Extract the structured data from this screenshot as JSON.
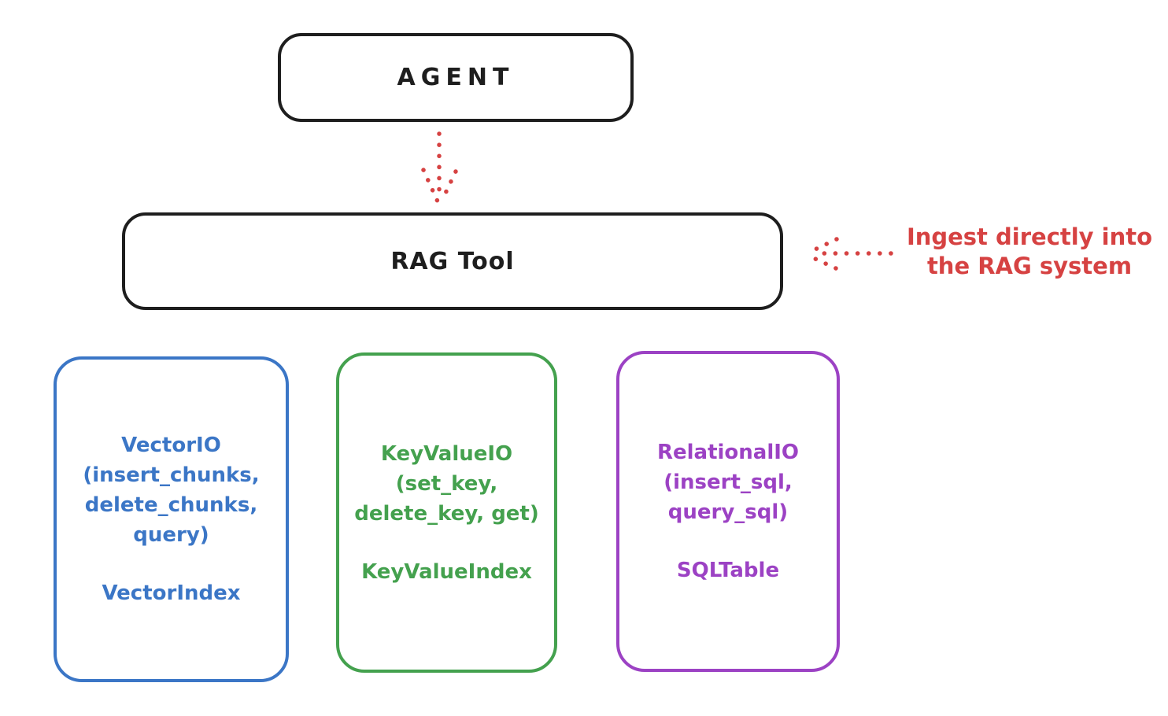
{
  "colors": {
    "stroke_black": "#1e1e1e",
    "accent_red": "#d64242",
    "vector_blue": "#3b76c6",
    "keyvalue_green": "#44a14e",
    "relational_purple": "#9c42c4",
    "background": "#ffffff"
  },
  "agent_box": {
    "label": "AGENT"
  },
  "rag_tool_box": {
    "label": "RAG Tool"
  },
  "ingest_annotation": {
    "text": "Ingest directly into\nthe RAG system"
  },
  "arrows": [
    {
      "name": "agent-to-rag-tool",
      "style": "dotted",
      "color": "#d64242",
      "direction": "down"
    },
    {
      "name": "annotation-to-rag-tool",
      "style": "dotted",
      "color": "#d64242",
      "direction": "left"
    }
  ],
  "backend_boxes": [
    {
      "name": "vector-io",
      "color": "#3b76c6",
      "api_text": "VectorIO\n(insert_chunks,\ndelete_chunks,\nquery)",
      "index_text": "VectorIndex"
    },
    {
      "name": "keyvalue-io",
      "color": "#44a14e",
      "api_text": "KeyValueIO\n(set_key,\ndelete_key, get)",
      "index_text": "KeyValueIndex"
    },
    {
      "name": "relational-io",
      "color": "#9c42c4",
      "api_text": "RelationalIO\n(insert_sql,\nquery_sql)",
      "index_text": "SQLTable"
    }
  ]
}
